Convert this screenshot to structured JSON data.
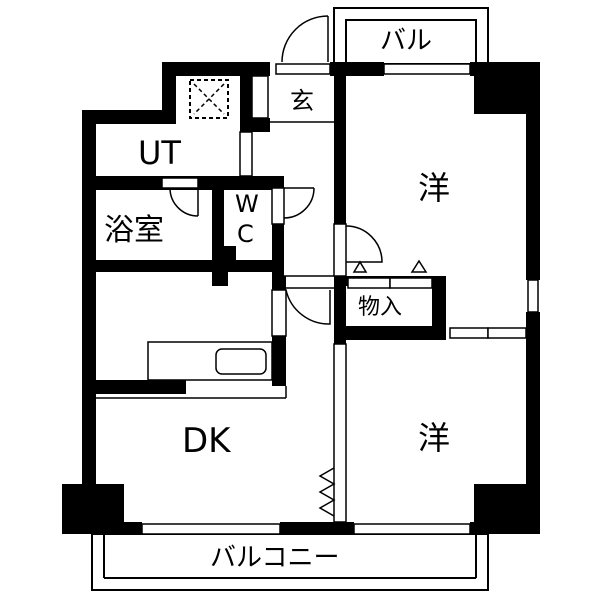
{
  "floorplan": {
    "rooms": {
      "ut": "UT",
      "bath": "浴室",
      "wc_top": "W",
      "wc_bottom": "C",
      "entrance": "玄",
      "western_1": "洋",
      "western_2": "洋",
      "storage": "物入",
      "dk": "DK",
      "balcony_small": "バル",
      "balcony_main": "バルコニー"
    },
    "colors": {
      "wall": "#000000",
      "background": "#ffffff"
    }
  }
}
